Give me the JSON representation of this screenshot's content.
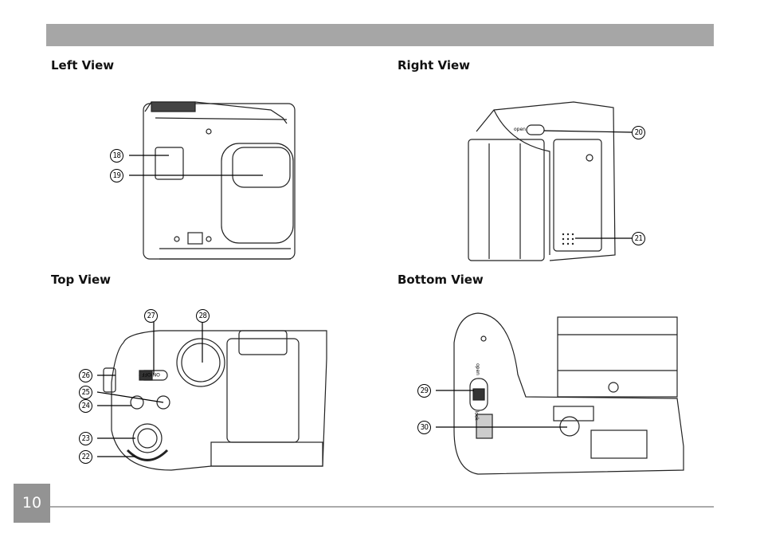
{
  "sections": {
    "left_view": "Left View",
    "right_view": "Right View",
    "top_view": "Top View",
    "bottom_view": "Bottom View"
  },
  "callouts": {
    "c18": "18",
    "c19": "19",
    "c20": "20",
    "c21": "21",
    "c22": "22",
    "c23": "23",
    "c24": "24",
    "c25": "25",
    "c26": "26",
    "c27": "27",
    "c28": "28",
    "c29": "29",
    "c30": "30"
  },
  "labels": {
    "flash_open": "open",
    "on_off": "ON/OFF",
    "slot_open": "open",
    "slot_lock": "lock"
  },
  "footer": {
    "page_number": "10"
  }
}
